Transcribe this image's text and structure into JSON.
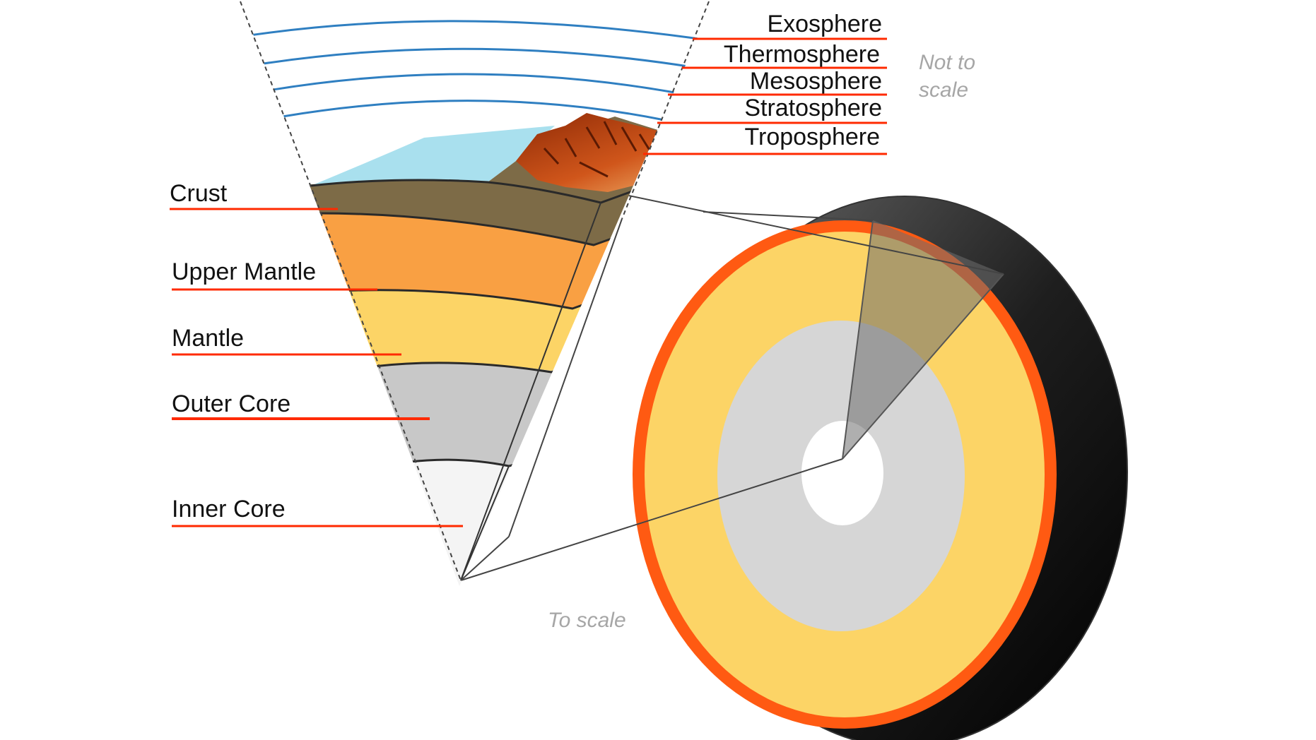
{
  "atmosphere_labels": [
    "Exosphere",
    "Thermosphere",
    "Mesosphere",
    "Stratosphere",
    "Troposphere"
  ],
  "layer_labels": [
    "Crust",
    "Upper Mantle",
    "Mantle",
    "Outer Core",
    "Inner Core"
  ],
  "notes": {
    "not_to_scale_line1": "Not to",
    "not_to_scale_line2": "scale",
    "to_scale": "To scale"
  },
  "colors": {
    "leader_line": "#ff2a00",
    "atmosphere_band": "#2f7fc1",
    "ocean": "#a9e0ee",
    "crust": "#7d6b47",
    "upper_mantle": "#f9a043",
    "mantle": "#fcd466",
    "outer_core": "#c8c8c8",
    "inner_core": "#f4f4f4",
    "mountain": "#c4420f",
    "sphere_rim": "#ff5a12",
    "sphere_shadow": "#1a1a1a"
  }
}
